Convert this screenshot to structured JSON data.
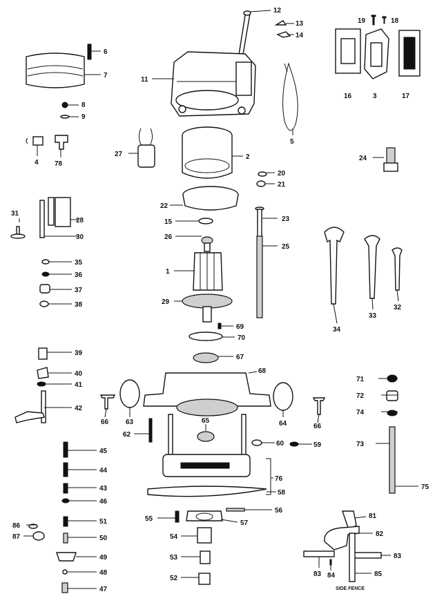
{
  "callouts": [
    {
      "id": "c12",
      "text": "12"
    },
    {
      "id": "c13",
      "text": "13"
    },
    {
      "id": "c14",
      "text": "14"
    },
    {
      "id": "c19",
      "text": "19"
    },
    {
      "id": "c18",
      "text": "18"
    },
    {
      "id": "c16",
      "text": "16"
    },
    {
      "id": "c3",
      "text": "3"
    },
    {
      "id": "c17",
      "text": "17"
    },
    {
      "id": "c6",
      "text": "6"
    },
    {
      "id": "c7",
      "text": "7"
    },
    {
      "id": "c11",
      "text": "11"
    },
    {
      "id": "c8",
      "text": "8"
    },
    {
      "id": "c9",
      "text": "9"
    },
    {
      "id": "c5",
      "text": "5"
    },
    {
      "id": "c4",
      "text": "4"
    },
    {
      "id": "c78",
      "text": "78"
    },
    {
      "id": "c27",
      "text": "27"
    },
    {
      "id": "c2",
      "text": "2"
    },
    {
      "id": "c24",
      "text": "24"
    },
    {
      "id": "c20",
      "text": "20"
    },
    {
      "id": "c21",
      "text": "21"
    },
    {
      "id": "c22",
      "text": "22"
    },
    {
      "id": "c31",
      "text": "31"
    },
    {
      "id": "c28",
      "text": "28"
    },
    {
      "id": "c30",
      "text": "30"
    },
    {
      "id": "c23",
      "text": "23"
    },
    {
      "id": "c15",
      "text": "15"
    },
    {
      "id": "c26",
      "text": "26"
    },
    {
      "id": "c25",
      "text": "25"
    },
    {
      "id": "c35",
      "text": "35"
    },
    {
      "id": "c36",
      "text": "36"
    },
    {
      "id": "c37",
      "text": "37"
    },
    {
      "id": "c38",
      "text": "38"
    },
    {
      "id": "c1",
      "text": "1"
    },
    {
      "id": "c29",
      "text": "29"
    },
    {
      "id": "c34",
      "text": "34"
    },
    {
      "id": "c33",
      "text": "33"
    },
    {
      "id": "c32",
      "text": "32"
    },
    {
      "id": "c69",
      "text": "69"
    },
    {
      "id": "c70",
      "text": "70"
    },
    {
      "id": "c39",
      "text": "39"
    },
    {
      "id": "c67",
      "text": "67"
    },
    {
      "id": "c68",
      "text": "68"
    },
    {
      "id": "c40",
      "text": "40"
    },
    {
      "id": "c41",
      "text": "41"
    },
    {
      "id": "c71",
      "text": "71"
    },
    {
      "id": "c72",
      "text": "72"
    },
    {
      "id": "c42",
      "text": "42"
    },
    {
      "id": "c74",
      "text": "74"
    },
    {
      "id": "c66a",
      "text": "66"
    },
    {
      "id": "c63",
      "text": "63"
    },
    {
      "id": "c64",
      "text": "64"
    },
    {
      "id": "c66b",
      "text": "66"
    },
    {
      "id": "c65",
      "text": "65"
    },
    {
      "id": "c62",
      "text": "62"
    },
    {
      "id": "c60",
      "text": "60"
    },
    {
      "id": "c59",
      "text": "59"
    },
    {
      "id": "c73",
      "text": "73"
    },
    {
      "id": "c45",
      "text": "45"
    },
    {
      "id": "c44",
      "text": "44"
    },
    {
      "id": "c76",
      "text": "76"
    },
    {
      "id": "c75",
      "text": "75"
    },
    {
      "id": "c43",
      "text": "43"
    },
    {
      "id": "c58",
      "text": "58"
    },
    {
      "id": "c46",
      "text": "46"
    },
    {
      "id": "c55",
      "text": "55"
    },
    {
      "id": "c56",
      "text": "56"
    },
    {
      "id": "c81",
      "text": "81"
    },
    {
      "id": "c57",
      "text": "57"
    },
    {
      "id": "c51",
      "text": "51"
    },
    {
      "id": "c86",
      "text": "86"
    },
    {
      "id": "c82",
      "text": "82"
    },
    {
      "id": "c87",
      "text": "87"
    },
    {
      "id": "c50",
      "text": "50"
    },
    {
      "id": "c54",
      "text": "54"
    },
    {
      "id": "c49",
      "text": "49"
    },
    {
      "id": "c53",
      "text": "53"
    },
    {
      "id": "c83a",
      "text": "83"
    },
    {
      "id": "c83b",
      "text": "83"
    },
    {
      "id": "c48",
      "text": "48"
    },
    {
      "id": "c84",
      "text": "84"
    },
    {
      "id": "c85",
      "text": "85"
    },
    {
      "id": "c52",
      "text": "52"
    },
    {
      "id": "c47",
      "text": "47"
    }
  ],
  "captions": {
    "side_fence": "SIDE FENCE"
  }
}
